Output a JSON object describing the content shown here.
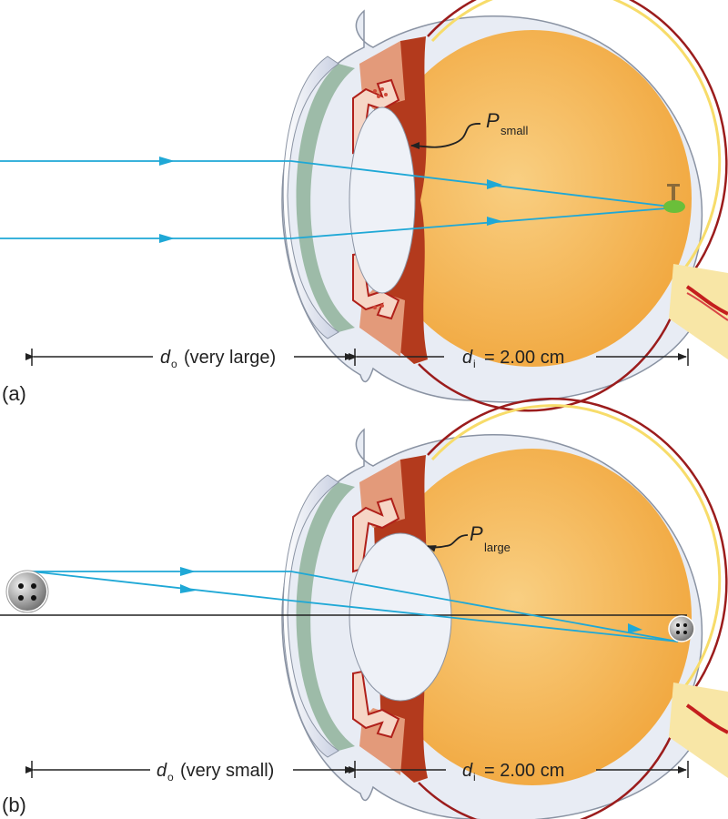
{
  "panels": [
    {
      "id": "a",
      "label": "(a)",
      "power_label": {
        "symbol": "P",
        "subscript": "small"
      },
      "object_distance": {
        "symbol": "d",
        "subscript": "o",
        "text": "(very large)"
      },
      "image_distance": {
        "symbol": "d",
        "subscript": "i",
        "text": "= 2.00 cm"
      },
      "object": "distant-tree",
      "rays": "parallel"
    },
    {
      "id": "b",
      "label": "(b)",
      "power_label": {
        "symbol": "P",
        "subscript": "large"
      },
      "object_distance": {
        "symbol": "d",
        "subscript": "o",
        "text": "(very small)"
      },
      "image_distance": {
        "symbol": "d",
        "subscript": "i",
        "text": "= 2.00 cm"
      },
      "object": "button",
      "rays": "diverging"
    }
  ],
  "colors": {
    "ray": "#1fa8d6",
    "vitreous": "#f4b24f",
    "vitreous_light": "#f8c978",
    "retina_line": "#9b1c1c",
    "choroid_yellow": "#f7dc6a",
    "sclera": "#e8ecf4",
    "sclera_outline": "#8a93a3",
    "iris": "#b33a1d",
    "iris_dark": "#8e2a14",
    "ciliary": "#c9542a",
    "lens": "#eef1f7",
    "cornea_green": "#8fb39a",
    "axis_line": "#222222"
  }
}
